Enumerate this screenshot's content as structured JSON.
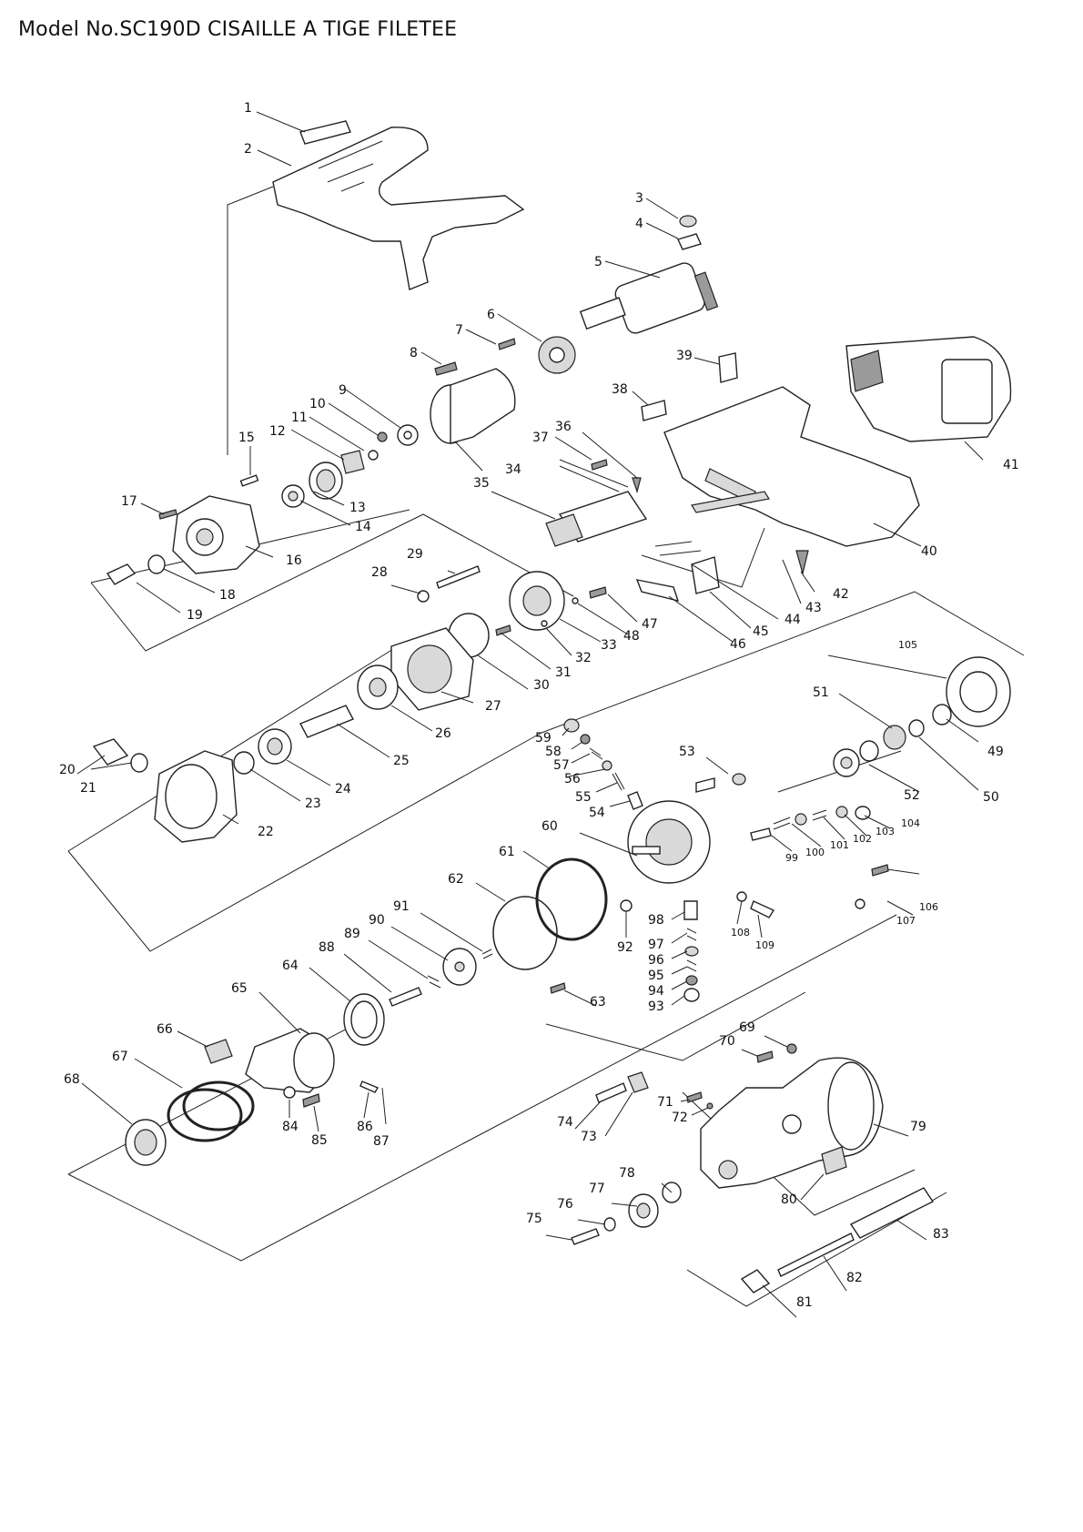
{
  "title": "Model No.SC190D CISAILLE A TIGE FILETEE",
  "labels": [
    "1",
    "2",
    "3",
    "4",
    "5",
    "6",
    "7",
    "8",
    "9",
    "10",
    "11",
    "12",
    "13",
    "14",
    "15",
    "16",
    "17",
    "18",
    "19",
    "20",
    "21",
    "22",
    "23",
    "24",
    "25",
    "26",
    "27",
    "28",
    "29",
    "30",
    "31",
    "32",
    "33",
    "34",
    "35",
    "36",
    "37",
    "38",
    "39",
    "40",
    "41",
    "42",
    "43",
    "44",
    "45",
    "46",
    "47",
    "48",
    "49",
    "50",
    "51",
    "52",
    "53",
    "54",
    "55",
    "56",
    "57",
    "58",
    "59",
    "60",
    "61",
    "62",
    "63",
    "64",
    "65",
    "66",
    "67",
    "68",
    "69",
    "70",
    "71",
    "72",
    "73",
    "74",
    "75",
    "76",
    "77",
    "78",
    "79",
    "80",
    "81",
    "82",
    "83",
    "84",
    "85",
    "86",
    "87",
    "88",
    "89",
    "90",
    "91",
    "92",
    "93",
    "94",
    "95",
    "96",
    "97",
    "98",
    "99",
    "100",
    "101",
    "102",
    "103",
    "104",
    "105",
    "106",
    "107",
    "108",
    "109"
  ]
}
